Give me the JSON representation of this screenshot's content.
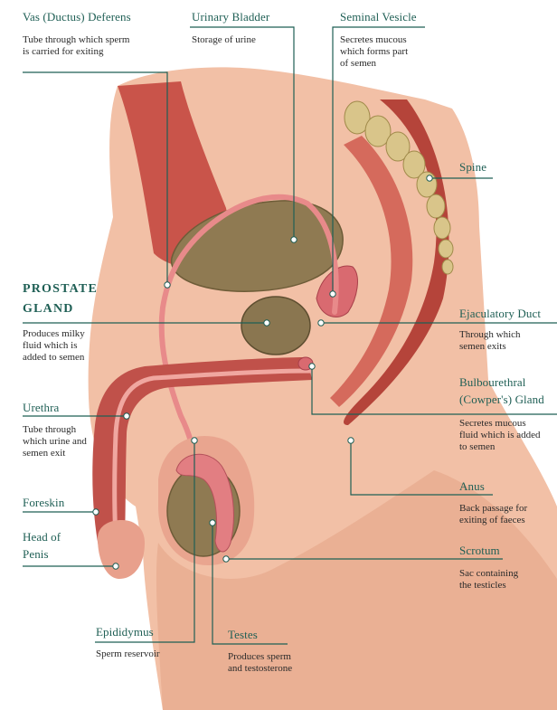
{
  "labels": {
    "vas_deferens": {
      "title": "Vas (Ductus) Deferens",
      "desc1": "Tube through which sperm",
      "desc2": "is carried for exiting"
    },
    "urinary_bladder": {
      "title": "Urinary Bladder",
      "desc1": "Storage of urine"
    },
    "seminal_vesicle": {
      "title": "Seminal Vesicle",
      "desc1": "Secretes mucous",
      "desc2": "which forms part",
      "desc3": "of semen"
    },
    "spine": {
      "title": "Spine"
    },
    "prostate_gland": {
      "title1": "PROSTATE",
      "title2": "GLAND",
      "desc1": "Produces milky",
      "desc2": "fluid which is",
      "desc3": "added to semen"
    },
    "ejaculatory_duct": {
      "title": "Ejaculatory Duct",
      "desc1": "Through which",
      "desc2": "semen exits"
    },
    "bulbourethral_gland": {
      "title1": "Bulbourethral",
      "title2": "(Cowper's) Gland",
      "desc1": "Secretes mucous",
      "desc2": "fluid which is added",
      "desc3": "to semen"
    },
    "urethra": {
      "title": "Urethra",
      "desc1": "Tube through",
      "desc2": "which urine and",
      "desc3": "semen exit"
    },
    "anus": {
      "title": "Anus",
      "desc1": "Back passage for",
      "desc2": "exiting of faeces"
    },
    "foreskin": {
      "title": "Foreskin"
    },
    "head_of_penis": {
      "title1": "Head of",
      "title2": "Penis"
    },
    "scrotum": {
      "title": "Scrotum",
      "desc1": "Sac containing",
      "desc2": "the testicles"
    },
    "epididymus": {
      "title": "Epididymus",
      "desc1": "Sperm reservoir"
    },
    "testes": {
      "title": "Testes",
      "desc1": "Produces sperm",
      "desc2": "and testosterone"
    }
  },
  "colors": {
    "label_title": "#1f5f55",
    "leader_line": "#1f5f55",
    "skin": "#efb79f",
    "tissue": "#d98a74",
    "muscle": "#b8463c",
    "bladder": "#8f7a52",
    "spine": "#d9c58a"
  }
}
